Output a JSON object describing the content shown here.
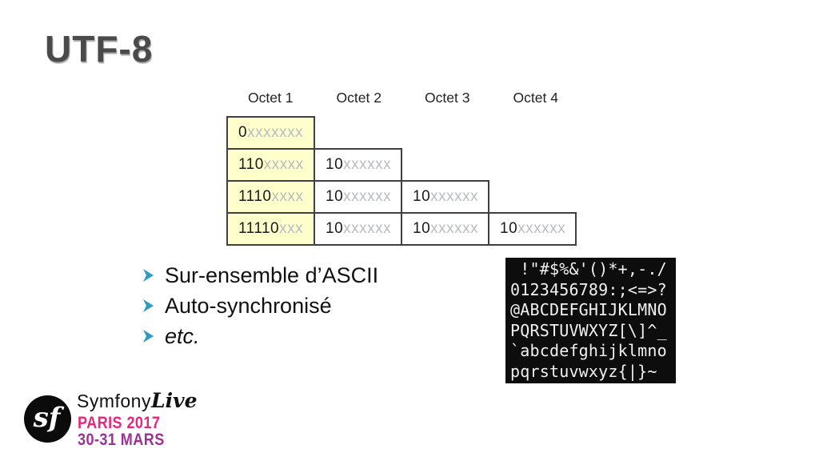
{
  "slide": {
    "title": "UTF-8"
  },
  "table": {
    "headers": [
      "Octet 1",
      "Octet 2",
      "Octet 3",
      "Octet 4"
    ],
    "rows": [
      {
        "cells": [
          {
            "prefix": "0",
            "x": "xxxxxxx"
          }
        ]
      },
      {
        "cells": [
          {
            "prefix": "110",
            "x": "xxxxx"
          },
          {
            "prefix": "10",
            "x": "xxxxxx"
          }
        ]
      },
      {
        "cells": [
          {
            "prefix": "1110",
            "x": "xxxx"
          },
          {
            "prefix": "10",
            "x": "xxxxxx"
          },
          {
            "prefix": "10",
            "x": "xxxxxx"
          }
        ]
      },
      {
        "cells": [
          {
            "prefix": "11110",
            "x": "xxx"
          },
          {
            "prefix": "10",
            "x": "xxxxxx"
          },
          {
            "prefix": "10",
            "x": "xxxxxx"
          },
          {
            "prefix": "10",
            "x": "xxxxxx"
          }
        ]
      }
    ],
    "lead_cell_bg": "#ffffcc",
    "border_color": "#404040",
    "x_color": "#b9bdc1"
  },
  "bullets": [
    {
      "text": "Sur-ensemble d’ASCII",
      "italic": false
    },
    {
      "text": "Auto-synchronisé",
      "italic": false
    },
    {
      "text": "etc.",
      "italic": true
    }
  ],
  "bullet_color": "#2e9bc0",
  "ascii_chart": {
    "lines": [
      " !\"#$%&'()*+,-./",
      "0123456789:;<=>?",
      "@ABCDEFGHIJKLMNO",
      "PQRSTUVWXYZ[\\]^_",
      "`abcdefghijklmno",
      "pqrstuvwxyz{|}~"
    ],
    "bg": "#0d0d0d",
    "fg": "#f0f0f0"
  },
  "logo": {
    "sf_monogram": "sf",
    "brand": "Symfony",
    "brand_script": "Live",
    "event_line1": "PARIS 2017",
    "event_line2": "30-31 MARS",
    "line1_color": "#e8267c",
    "line2_color": "#9a3398"
  }
}
